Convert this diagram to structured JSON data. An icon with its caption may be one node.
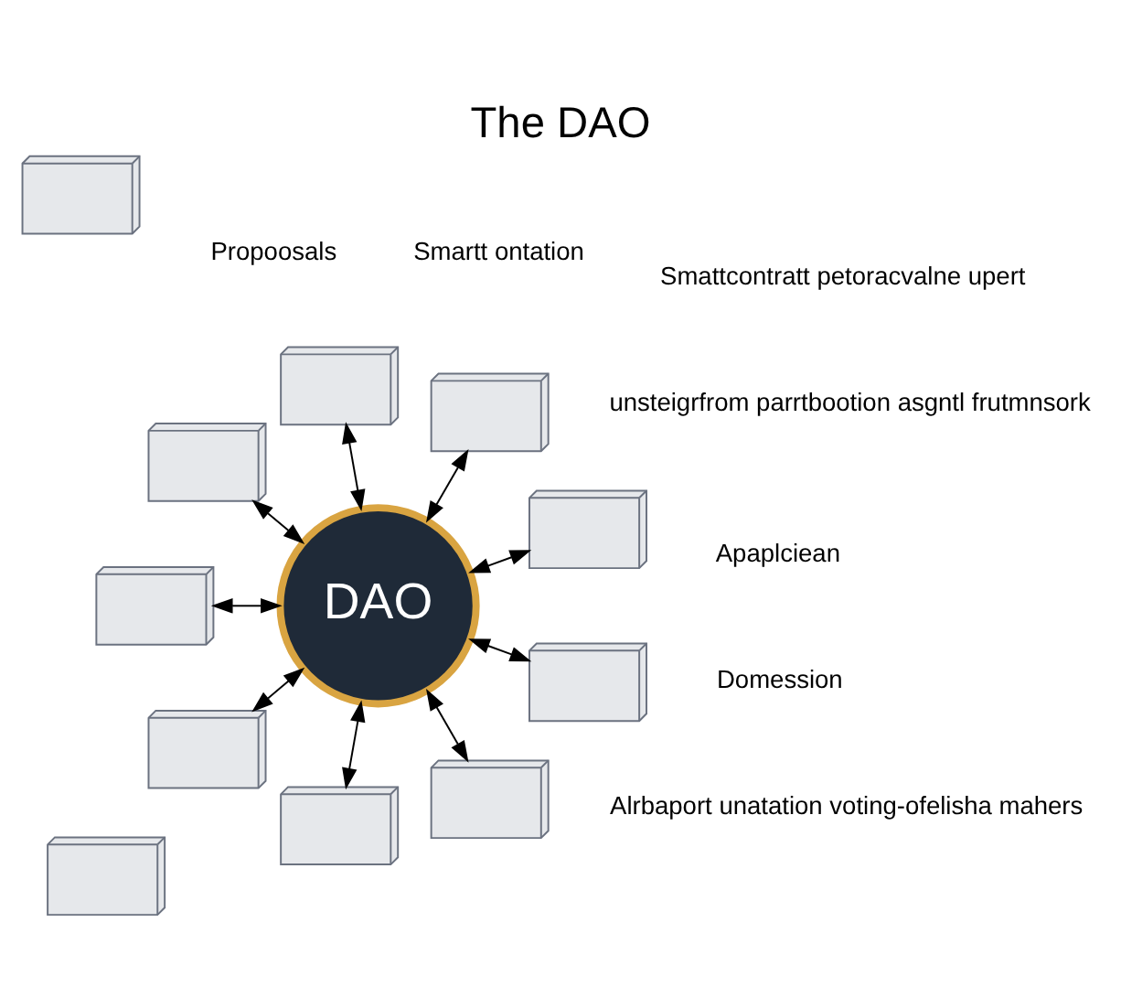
{
  "diagram": {
    "title": "The DAO",
    "nodes": [
      {
        "text": [
          "DAO"
        ]
      },
      {
        "text": [],
        "shape": "picture"
      },
      {
        "text": [],
        "shape": "picture"
      },
      {
        "text": [],
        "shape": "picture"
      },
      {
        "text": [],
        "shape": "picture"
      },
      {
        "text": [],
        "shape": "picture"
      },
      {
        "text": [],
        "shape": "picture"
      },
      {
        "text": [],
        "shape": "picture"
      },
      {
        "text": [],
        "shape": "picture"
      },
      {
        "text": [],
        "shape": "picture"
      },
      {
        "text": [],
        "shape": "picture"
      },
      {
        "text": [],
        "shape": "picture"
      }
    ],
    "edges": [
      {
        "from": 0,
        "to": 1,
        "arrow": "both"
      },
      {
        "from": 0,
        "to": 2,
        "arrow": "both"
      },
      {
        "from": 0,
        "to": 3,
        "arrow": "both"
      },
      {
        "from": 0,
        "to": 4,
        "arrow": "both"
      },
      {
        "from": 0,
        "to": 6,
        "arrow": "both"
      },
      {
        "from": 0,
        "to": 8,
        "arrow": "both"
      },
      {
        "from": 0,
        "to": 10,
        "arrow": "both"
      },
      {
        "from": 0,
        "to": 7,
        "arrow": "both"
      },
      {
        "from": 0,
        "to": 5,
        "arrow": "both"
      }
    ],
    "labels": [
      "unsteigrfrom parrtbootion asgntl frutmnsork",
      "Alrbaport unatation voting-ofelisha mahers",
      "Smattcontratt petoracvalne upert",
      "Propoosals",
      "Domession",
      "Apaplciean",
      "Smartt ontation"
    ]
  }
}
